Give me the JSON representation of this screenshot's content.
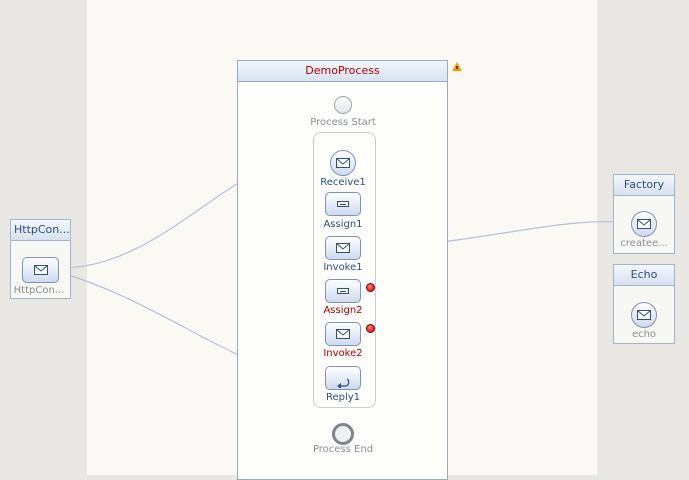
{
  "process": {
    "title": "DemoProcess",
    "start_label": "Process Start",
    "end_label": "Process End",
    "activities": [
      {
        "label": "Receive1",
        "kind": "receive",
        "error": false
      },
      {
        "label": "Assign1",
        "kind": "assign",
        "error": false
      },
      {
        "label": "Invoke1",
        "kind": "invoke",
        "error": false
      },
      {
        "label": "Assign2",
        "kind": "assign",
        "error": true
      },
      {
        "label": "Invoke2",
        "kind": "invoke",
        "error": true
      },
      {
        "label": "Reply1",
        "kind": "reply",
        "error": false
      }
    ]
  },
  "partners": {
    "http": {
      "title": "HttpCon...",
      "node_label": "HttpCon..."
    },
    "factory": {
      "title": "Factory",
      "node_label": "createe..."
    },
    "echo": {
      "title": "Echo",
      "node_label": "echo"
    }
  },
  "colors": {
    "flow_line": "#e0922a",
    "link_line": "#b5bfd6",
    "error": "#c40000",
    "warning": "#f0a000"
  }
}
